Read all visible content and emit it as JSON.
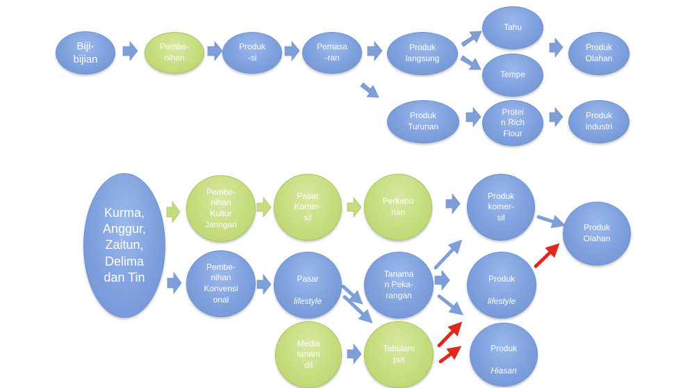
{
  "top": {
    "biji": "Biji-\nbijian",
    "pembenihan": "Pembe-\nnihan",
    "produksi": "Produk\n-si",
    "pemasaran": "Pemasa\n-ran",
    "produk_langsung": "Produk\nlangsung",
    "tahu": "Tahu",
    "tempe": "Tempe",
    "produk_olahan": "Produk\nOlahan",
    "produk_turunan": "Produk\nTurunan",
    "protein_rich_flour": "Protei\nn Rich\nFlour",
    "produk_industri": "Produk\nindustri"
  },
  "bottom": {
    "kurma": "Kurma,\nAnggur,\nZaitun,\nDelima\ndan Tin",
    "pembenihan_kultur": "Pembe-\nnihan\nKultur\nJaringan",
    "pasar_komersil": "Pasar\nKomer-\nsil",
    "perkebunan": "Perkebu\nnan",
    "produk_komersil": "Produk\nkomer-\nsil",
    "produk_olahan": "Produk\nOlahan",
    "pembenihan_konvensional": "Pembe-\nnihan\nKonvensi\nonal",
    "pasar_lifestyle_line1": "Pasar",
    "pasar_lifestyle_line2": "lifestyle",
    "tanaman_pekarangan": "Tanama\nn Peka-\nrangan",
    "produk_lifestyle_line1": "Produk",
    "produk_lifestyle_line2": "lifestyle",
    "media_tanam": "Media\ntanam\ndll",
    "tabulampot": "Tabulam\npot",
    "produk_hiasan_line1": "Produk",
    "produk_hiasan_line2": "Hiasan"
  },
  "colors": {
    "blue_node": "#7ea0dd",
    "green_node": "#c5dd7e",
    "arrow_blue": "#7f9fd8",
    "arrow_red": "#e0281c"
  }
}
